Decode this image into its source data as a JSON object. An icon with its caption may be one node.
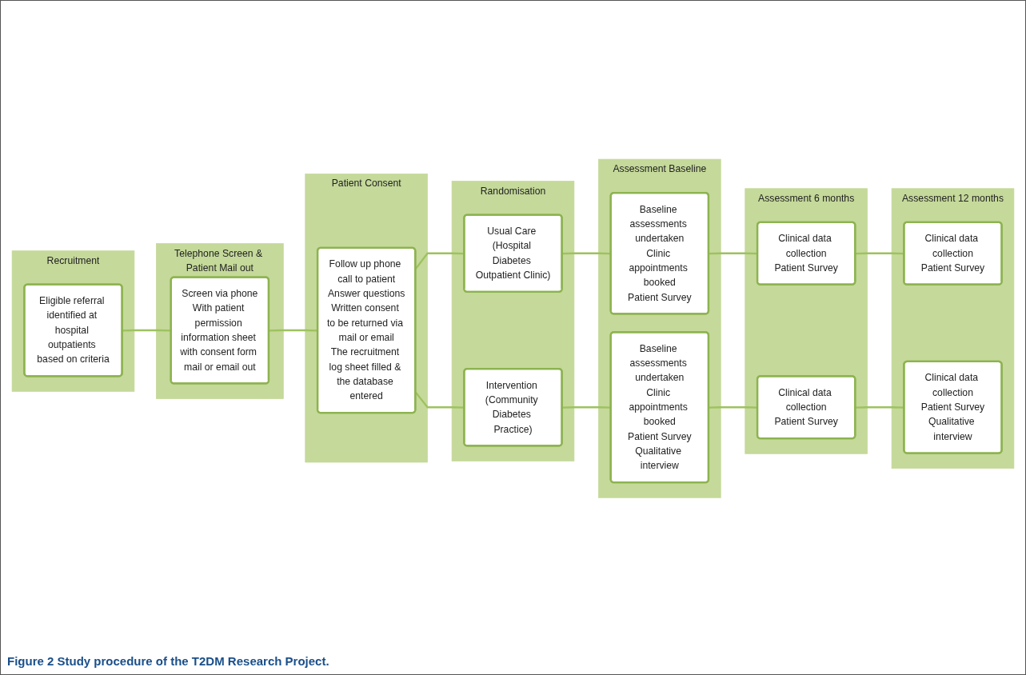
{
  "diagram": {
    "caption": "Figure 2 Study procedure of the T2DM Research Project.",
    "nodes": [
      {
        "text": [
          "Recruitment"
        ]
      },
      {
        "text": [
          "Eligible referral identified at hospital outpatients based on criteria"
        ],
        "in": 0
      },
      {
        "text": [
          "Telephone Screen & Patient Mail out"
        ]
      },
      {
        "text": [
          "Screen via phone",
          "With patient permission information sheet with consent form mail or email out"
        ],
        "in": 2
      },
      {
        "text": [
          "Patient Consent"
        ]
      },
      {
        "text": [
          "Follow up phone call to patient",
          "Answer questions",
          "Written consent to be returned via mail or email",
          "The recruitment log sheet filled & the database entered"
        ],
        "in": 4
      },
      {
        "text": [
          "Randomisation"
        ]
      },
      {
        "text": [
          "Usual Care (Hospital Diabetes Outpatient Clinic)"
        ],
        "in": 6
      },
      {
        "text": [
          "Intervention (Community Diabetes Practice)"
        ],
        "in": 6
      },
      {
        "text": [
          "Assessment Baseline"
        ]
      },
      {
        "text": [
          "Baseline assessments undertaken",
          "Clinic appointments booked",
          "Patient Survey"
        ],
        "in": 9
      },
      {
        "text": [
          "Baseline assessments undertaken",
          "Clinic appointments booked",
          "Patient Survey",
          "Qualitative interview"
        ],
        "in": 9
      },
      {
        "text": [
          "Assessment 6 months"
        ]
      },
      {
        "text": [
          "Clinical data collection",
          "Patient Survey"
        ],
        "in": 12
      },
      {
        "text": [
          "Clinical data collection",
          "Patient Survey"
        ],
        "in": 12
      },
      {
        "text": [
          "Assessment 12 months"
        ]
      },
      {
        "text": [
          "Clinical data collection",
          "Patient Survey"
        ],
        "in": 15
      },
      {
        "text": [
          "Clinical data collection",
          "Patient Survey",
          "Qualitative interview"
        ],
        "in": 15
      }
    ],
    "edges": [
      {
        "from": 1,
        "to": 3,
        "arrow": "none"
      },
      {
        "from": 3,
        "to": 5,
        "arrow": "none"
      },
      {
        "from": 5,
        "to": 7,
        "arrow": "none"
      },
      {
        "from": 5,
        "to": 8,
        "arrow": "none"
      },
      {
        "from": 7,
        "to": 10,
        "arrow": "none"
      },
      {
        "from": 8,
        "to": 11,
        "arrow": "none"
      },
      {
        "from": 10,
        "to": 13,
        "arrow": "none"
      },
      {
        "from": 11,
        "to": 14,
        "arrow": "none"
      },
      {
        "from": 13,
        "to": 16,
        "arrow": "none"
      },
      {
        "from": 14,
        "to": 17,
        "arrow": "none"
      }
    ]
  }
}
